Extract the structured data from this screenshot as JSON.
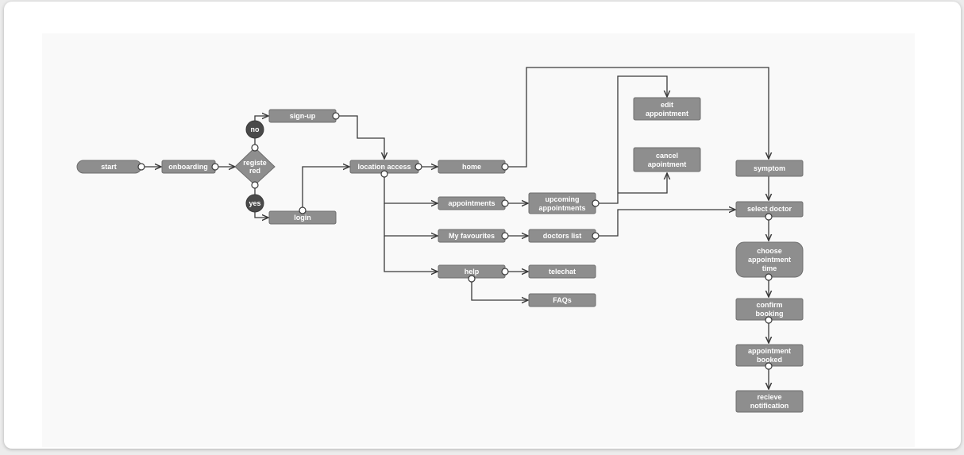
{
  "diagram": {
    "nodes": {
      "start": "start",
      "onboarding": "onboarding",
      "registered_line1": "registe",
      "registered_line2": "red",
      "no": "no",
      "yes": "yes",
      "signup": "sign-up",
      "login": "login",
      "location_access": "location access",
      "home": "home",
      "appointments": "appointments",
      "my_favourites": "My favourites",
      "help": "help",
      "upcoming_line1": "upcoming",
      "upcoming_line2": "appointments",
      "doctors_list": "doctors list",
      "telechat": "telechat",
      "faqs": "FAQs",
      "edit_line1": "edit",
      "edit_line2": "appointment",
      "cancel_line1": "cancel",
      "cancel_line2": "apointment",
      "symptom": "symptom",
      "select_doctor": "select doctor",
      "choose_line1": "choose",
      "choose_line2": "appointment",
      "choose_line3": "time",
      "confirm_line1": "confirm",
      "confirm_line2": "booking",
      "booked_line1": "appointment",
      "booked_line2": "booked",
      "notify_line1": "recieve",
      "notify_line2": "notification"
    }
  }
}
